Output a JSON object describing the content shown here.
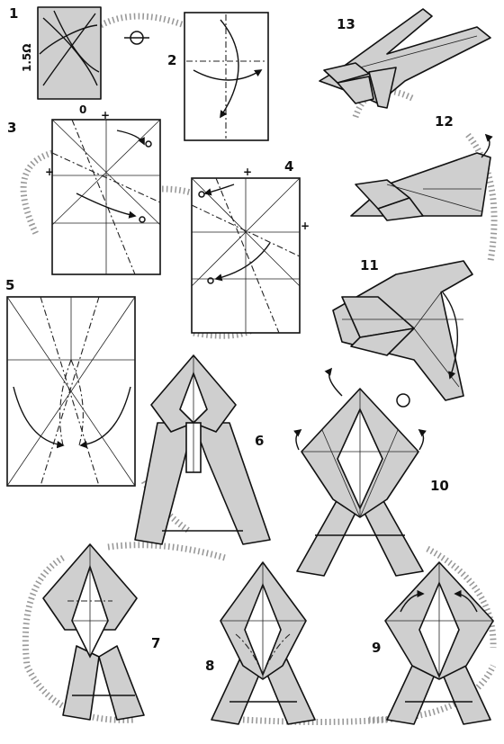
{
  "diagram": {
    "steps": [
      {
        "id": "1",
        "label": "1"
      },
      {
        "id": "2",
        "label": "2"
      },
      {
        "id": "3",
        "label": "3"
      },
      {
        "id": "4",
        "label": "4"
      },
      {
        "id": "5",
        "label": "5"
      },
      {
        "id": "6",
        "label": "6"
      },
      {
        "id": "7",
        "label": "7"
      },
      {
        "id": "8",
        "label": "8"
      },
      {
        "id": "9",
        "label": "9"
      },
      {
        "id": "10",
        "label": "10"
      },
      {
        "id": "11",
        "label": "11"
      },
      {
        "id": "12",
        "label": "12"
      },
      {
        "id": "13",
        "label": "13"
      }
    ],
    "annotations": {
      "ratio": "1.5Ω",
      "zero": "0"
    },
    "colors": {
      "paper": "#cfcfcf",
      "ink": "#111111",
      "path_ring": "#999999"
    }
  }
}
